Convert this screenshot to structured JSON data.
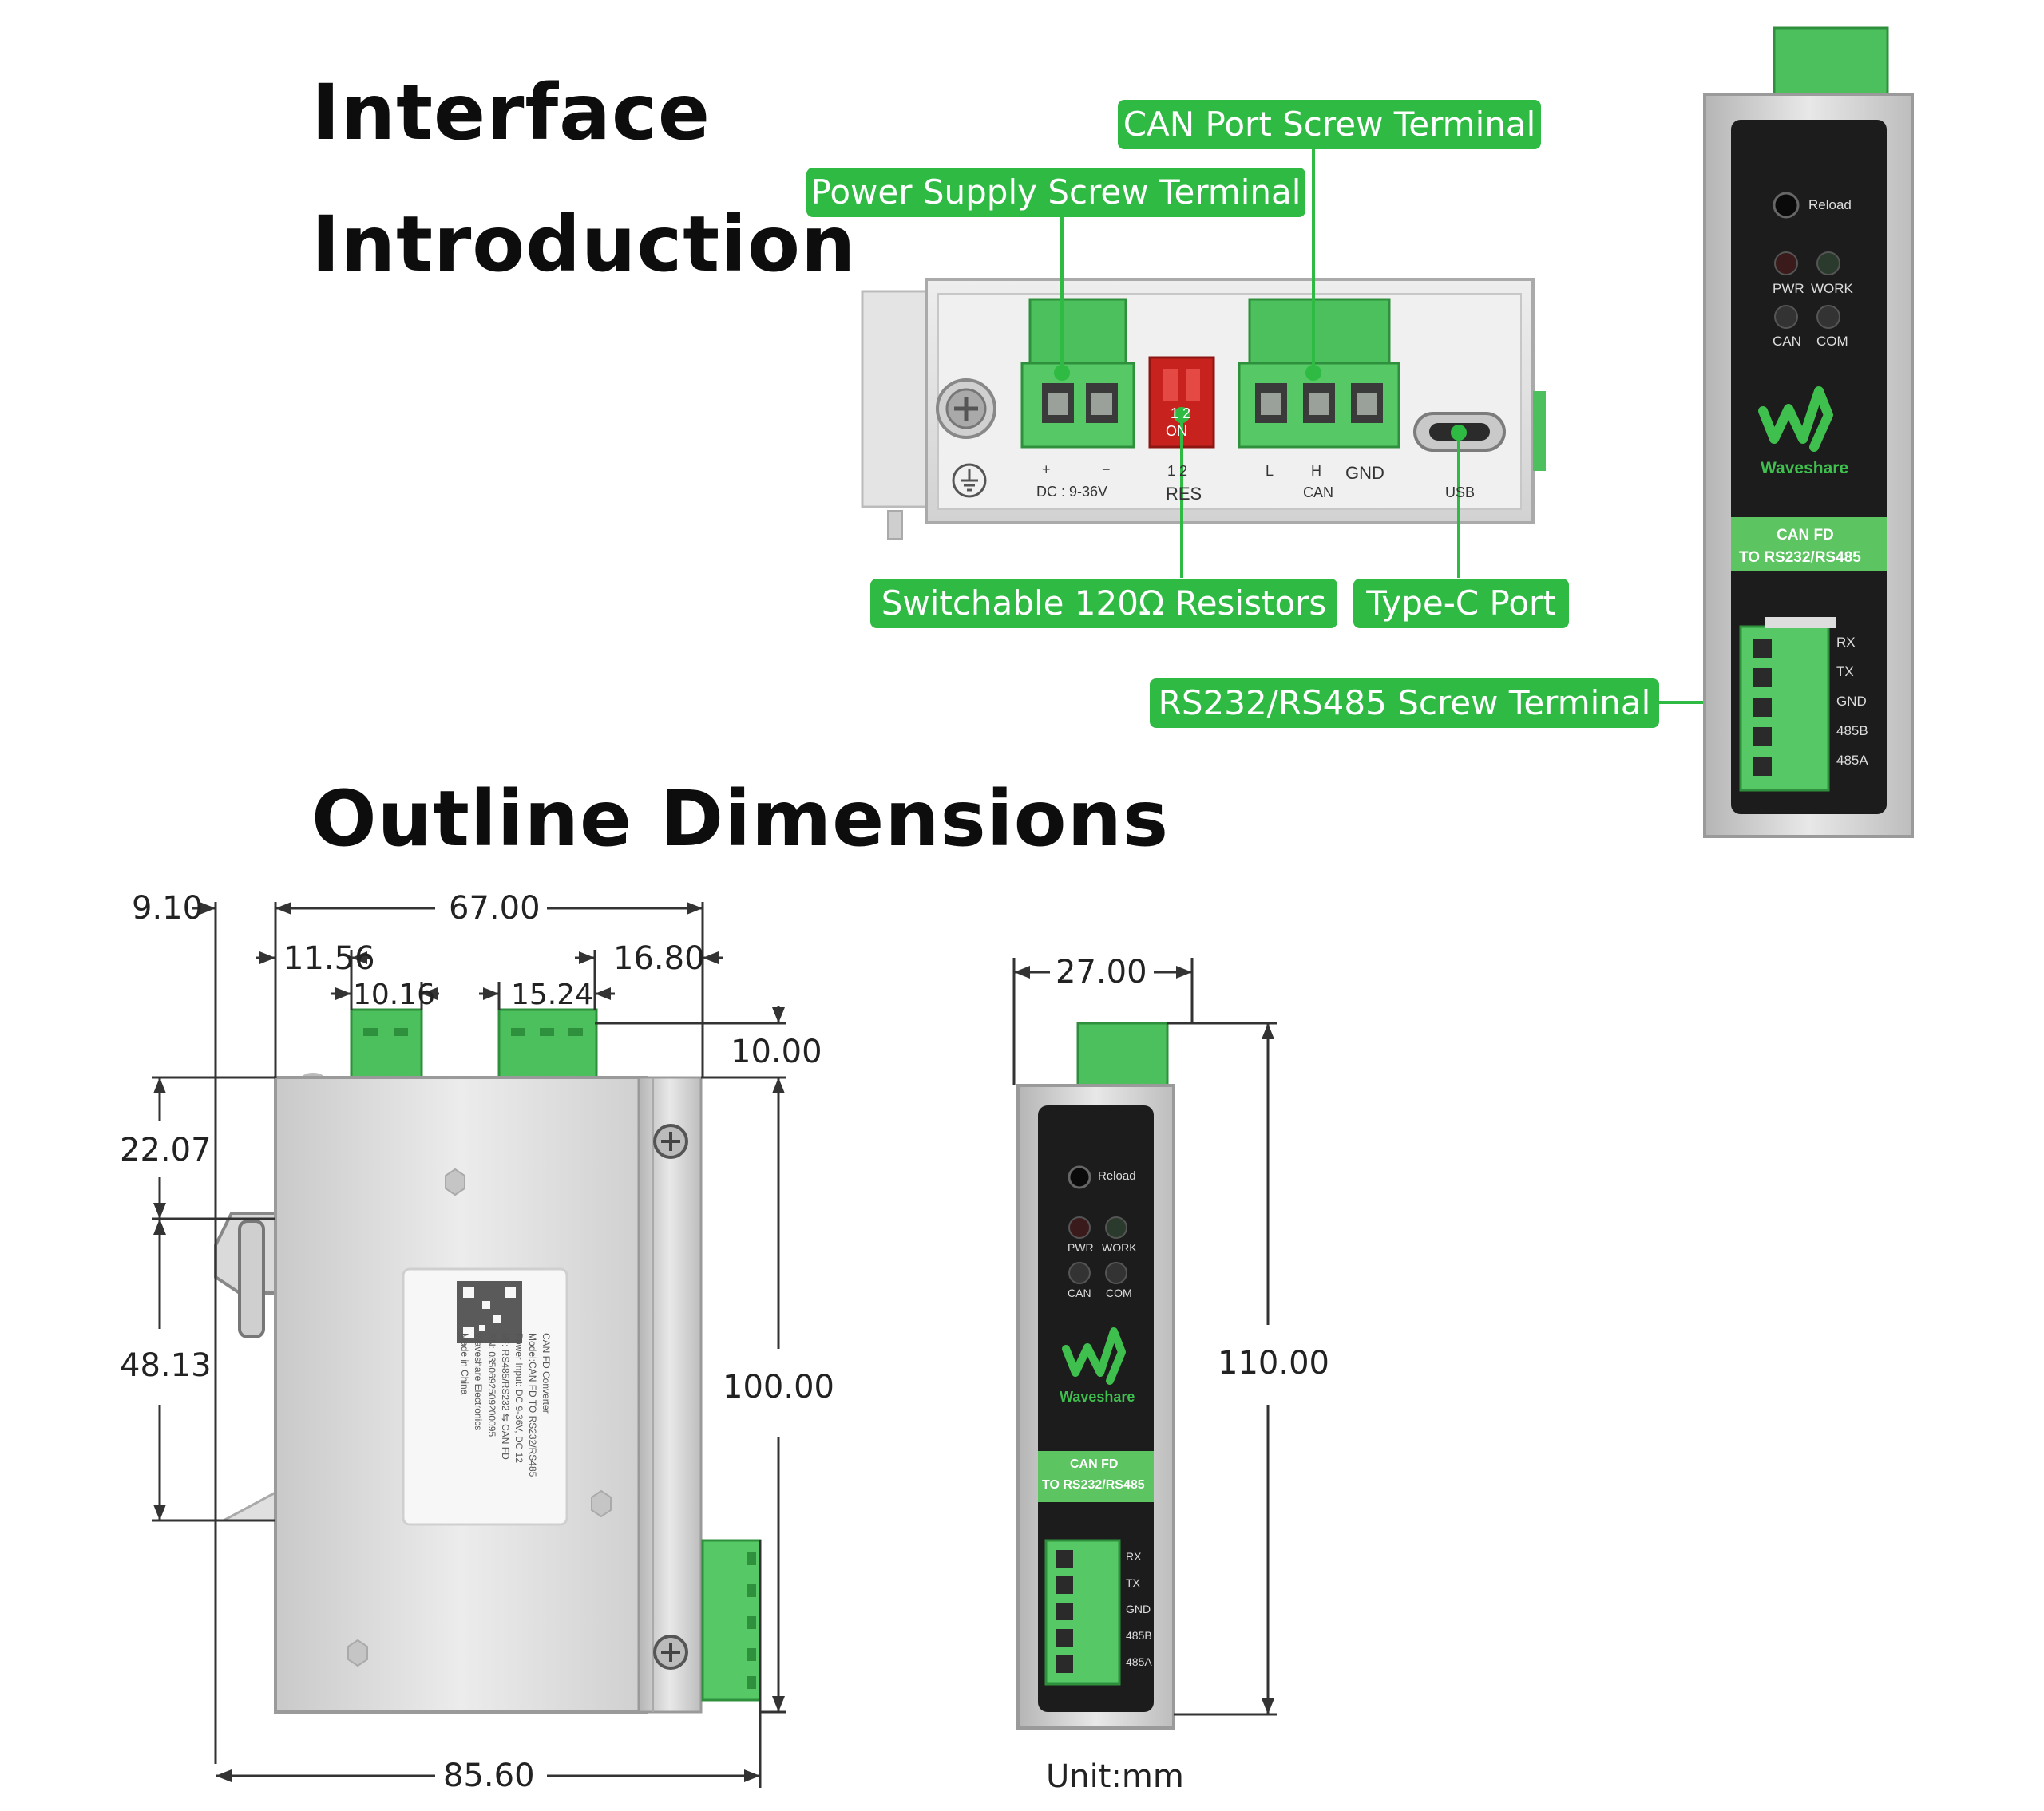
{
  "headings": {
    "interface_line1": "Interface",
    "interface_line2": "Introduction",
    "outline": "Outline Dimensions"
  },
  "callouts": {
    "can_port": "CAN Port Screw Terminal",
    "power_supply": "Power Supply Screw Terminal",
    "resistors": "Switchable 120Ω Resistors",
    "typec": "Type-C Port",
    "rs_terminal": "RS232/RS485 Screw Terminal"
  },
  "board_labels": {
    "plus": "+",
    "minus": "−",
    "dc": "DC : 9-36V",
    "dip_12": "1  2",
    "dip_on": "ON",
    "res_nums": "1  2",
    "res": "RES",
    "l": "L",
    "h": "H",
    "gnd": "GND",
    "can": "CAN",
    "usb": "USB"
  },
  "front_panel": {
    "reload": "Reload",
    "pwr": "PWR",
    "work": "WORK",
    "can": "CAN",
    "com": "COM",
    "brand": "Waveshare",
    "model_line1": "CAN FD",
    "model_line2": "TO RS232/RS485",
    "pins": [
      "RX",
      "TX",
      "GND",
      "485B",
      "485A"
    ]
  },
  "dimensions": {
    "d_9_10": "9.10",
    "d_67_00": "67.00",
    "d_11_56": "11.56",
    "d_16_80": "16.80",
    "d_10_16": "10.16",
    "d_15_24": "15.24",
    "d_10_00": "10.00",
    "d_22_07": "22.07",
    "d_48_13": "48.13",
    "d_100_00": "100.00",
    "d_85_60": "85.60",
    "d_27_00": "27.00",
    "d_110_00": "110.00",
    "unit": "Unit:mm"
  },
  "label_sticker": {
    "l1": "CAN FD Converter",
    "l2": "Model:CAN FD TO RS232/RS485",
    "l3": "Power Input: DC 9-36V, DC 12",
    "l4": "I/F: RS485/RS232 ⇆ CAN FD",
    "l5": "SN: 0350692509200095",
    "l6": "Waveshare Electronics",
    "l7": "Made in China"
  },
  "colors": {
    "accent_green": "#2fbb43",
    "terminal_green": "#4cc05c",
    "panel_black": "#1c1c1c",
    "metal": "#dcdcdc"
  }
}
